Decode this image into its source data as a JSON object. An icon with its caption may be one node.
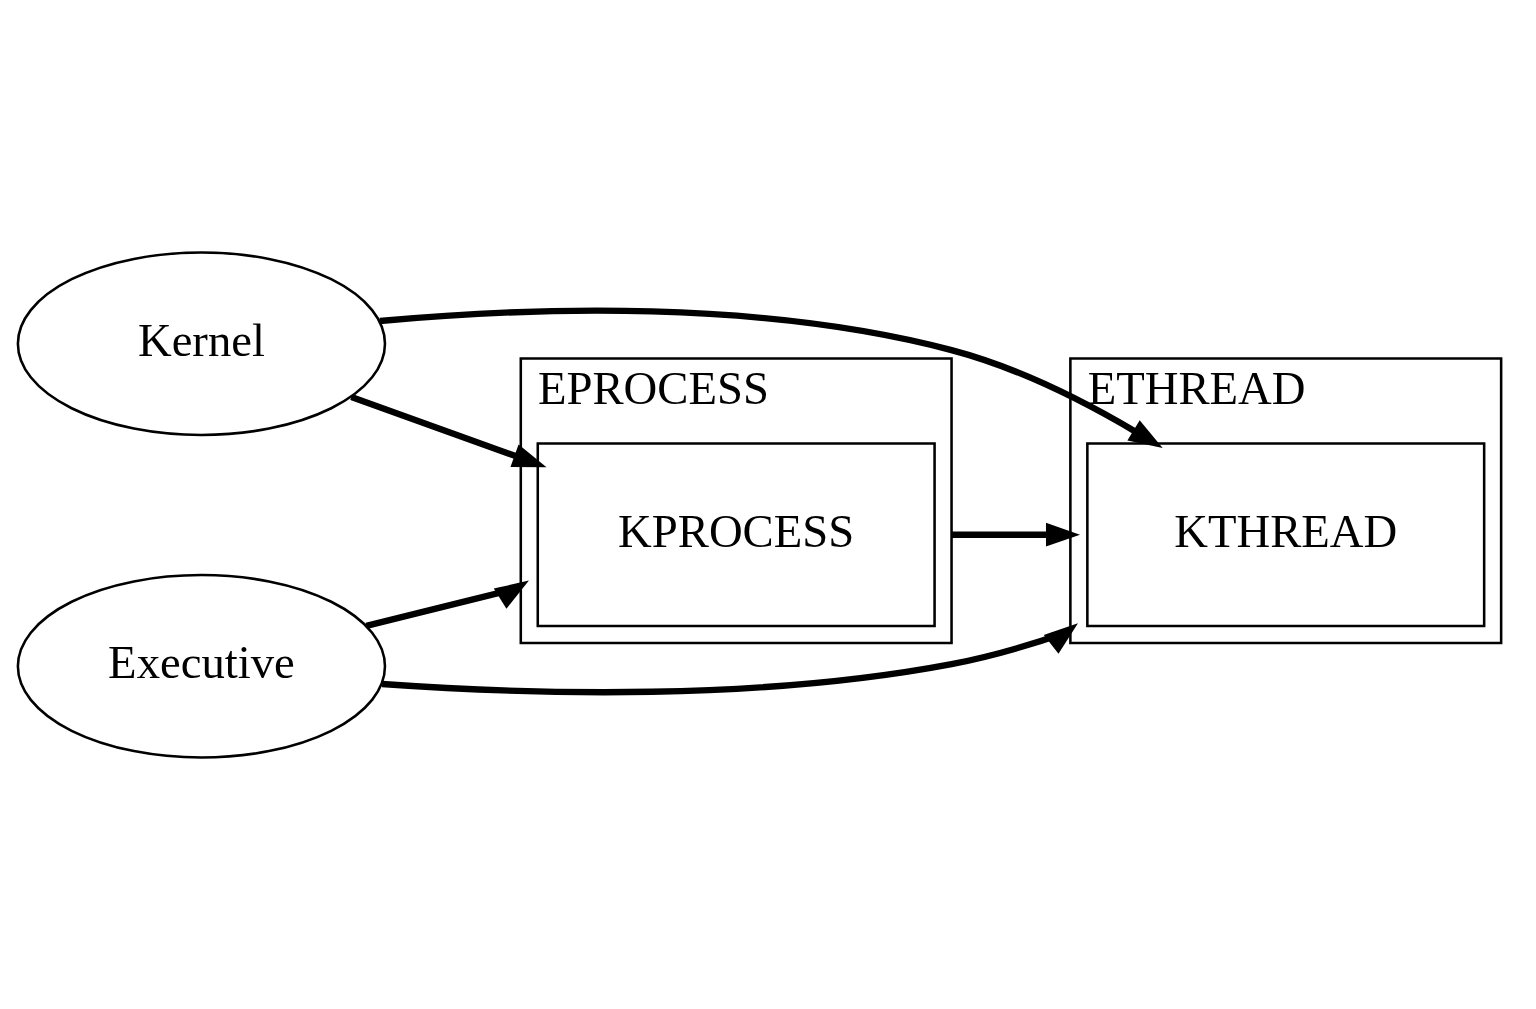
{
  "diagram": {
    "nodes": [
      {
        "text": [
          "EPROCESS"
        ]
      },
      {
        "text": [
          "KPROCESS"
        ],
        "in": 0
      },
      {
        "text": [
          "ETHREAD"
        ]
      },
      {
        "text": [
          "KTHREAD"
        ],
        "in": 2
      },
      {
        "text": [
          "Kernel"
        ]
      },
      {
        "text": [
          "Executive"
        ]
      }
    ],
    "edges": [
      {
        "from": 0,
        "to": 2,
        "arrow": "to"
      },
      {
        "from": 5,
        "to": 0,
        "arrow": "to"
      },
      {
        "from": 4,
        "to": 1,
        "arrow": "to"
      },
      {
        "from": 4,
        "to": 3,
        "arrow": "to"
      },
      {
        "from": 5,
        "to": 2,
        "arrow": "to"
      }
    ]
  }
}
